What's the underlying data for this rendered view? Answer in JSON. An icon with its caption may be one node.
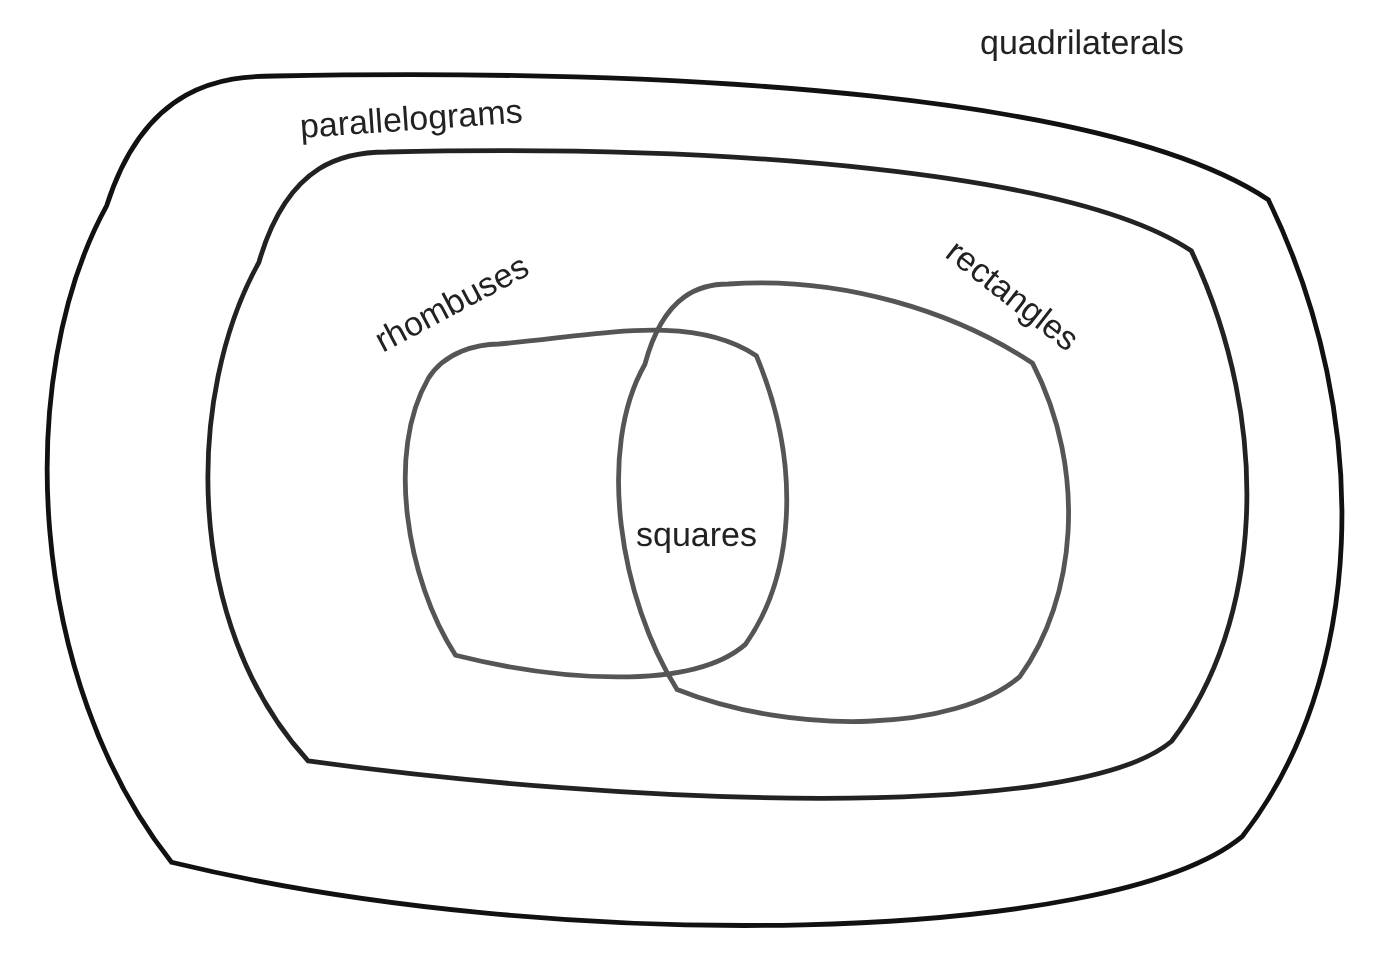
{
  "diagram": {
    "nodes": [
      {
        "text": [
          "quadrilaterals"
        ]
      },
      {
        "text": [
          "parallelograms"
        ],
        "in": 0
      },
      {
        "text": [
          "rhombuses"
        ],
        "in": 1
      },
      {
        "text": [
          "rectangles"
        ],
        "in": 1
      }
    ],
    "labels": [
      "squares"
    ]
  }
}
